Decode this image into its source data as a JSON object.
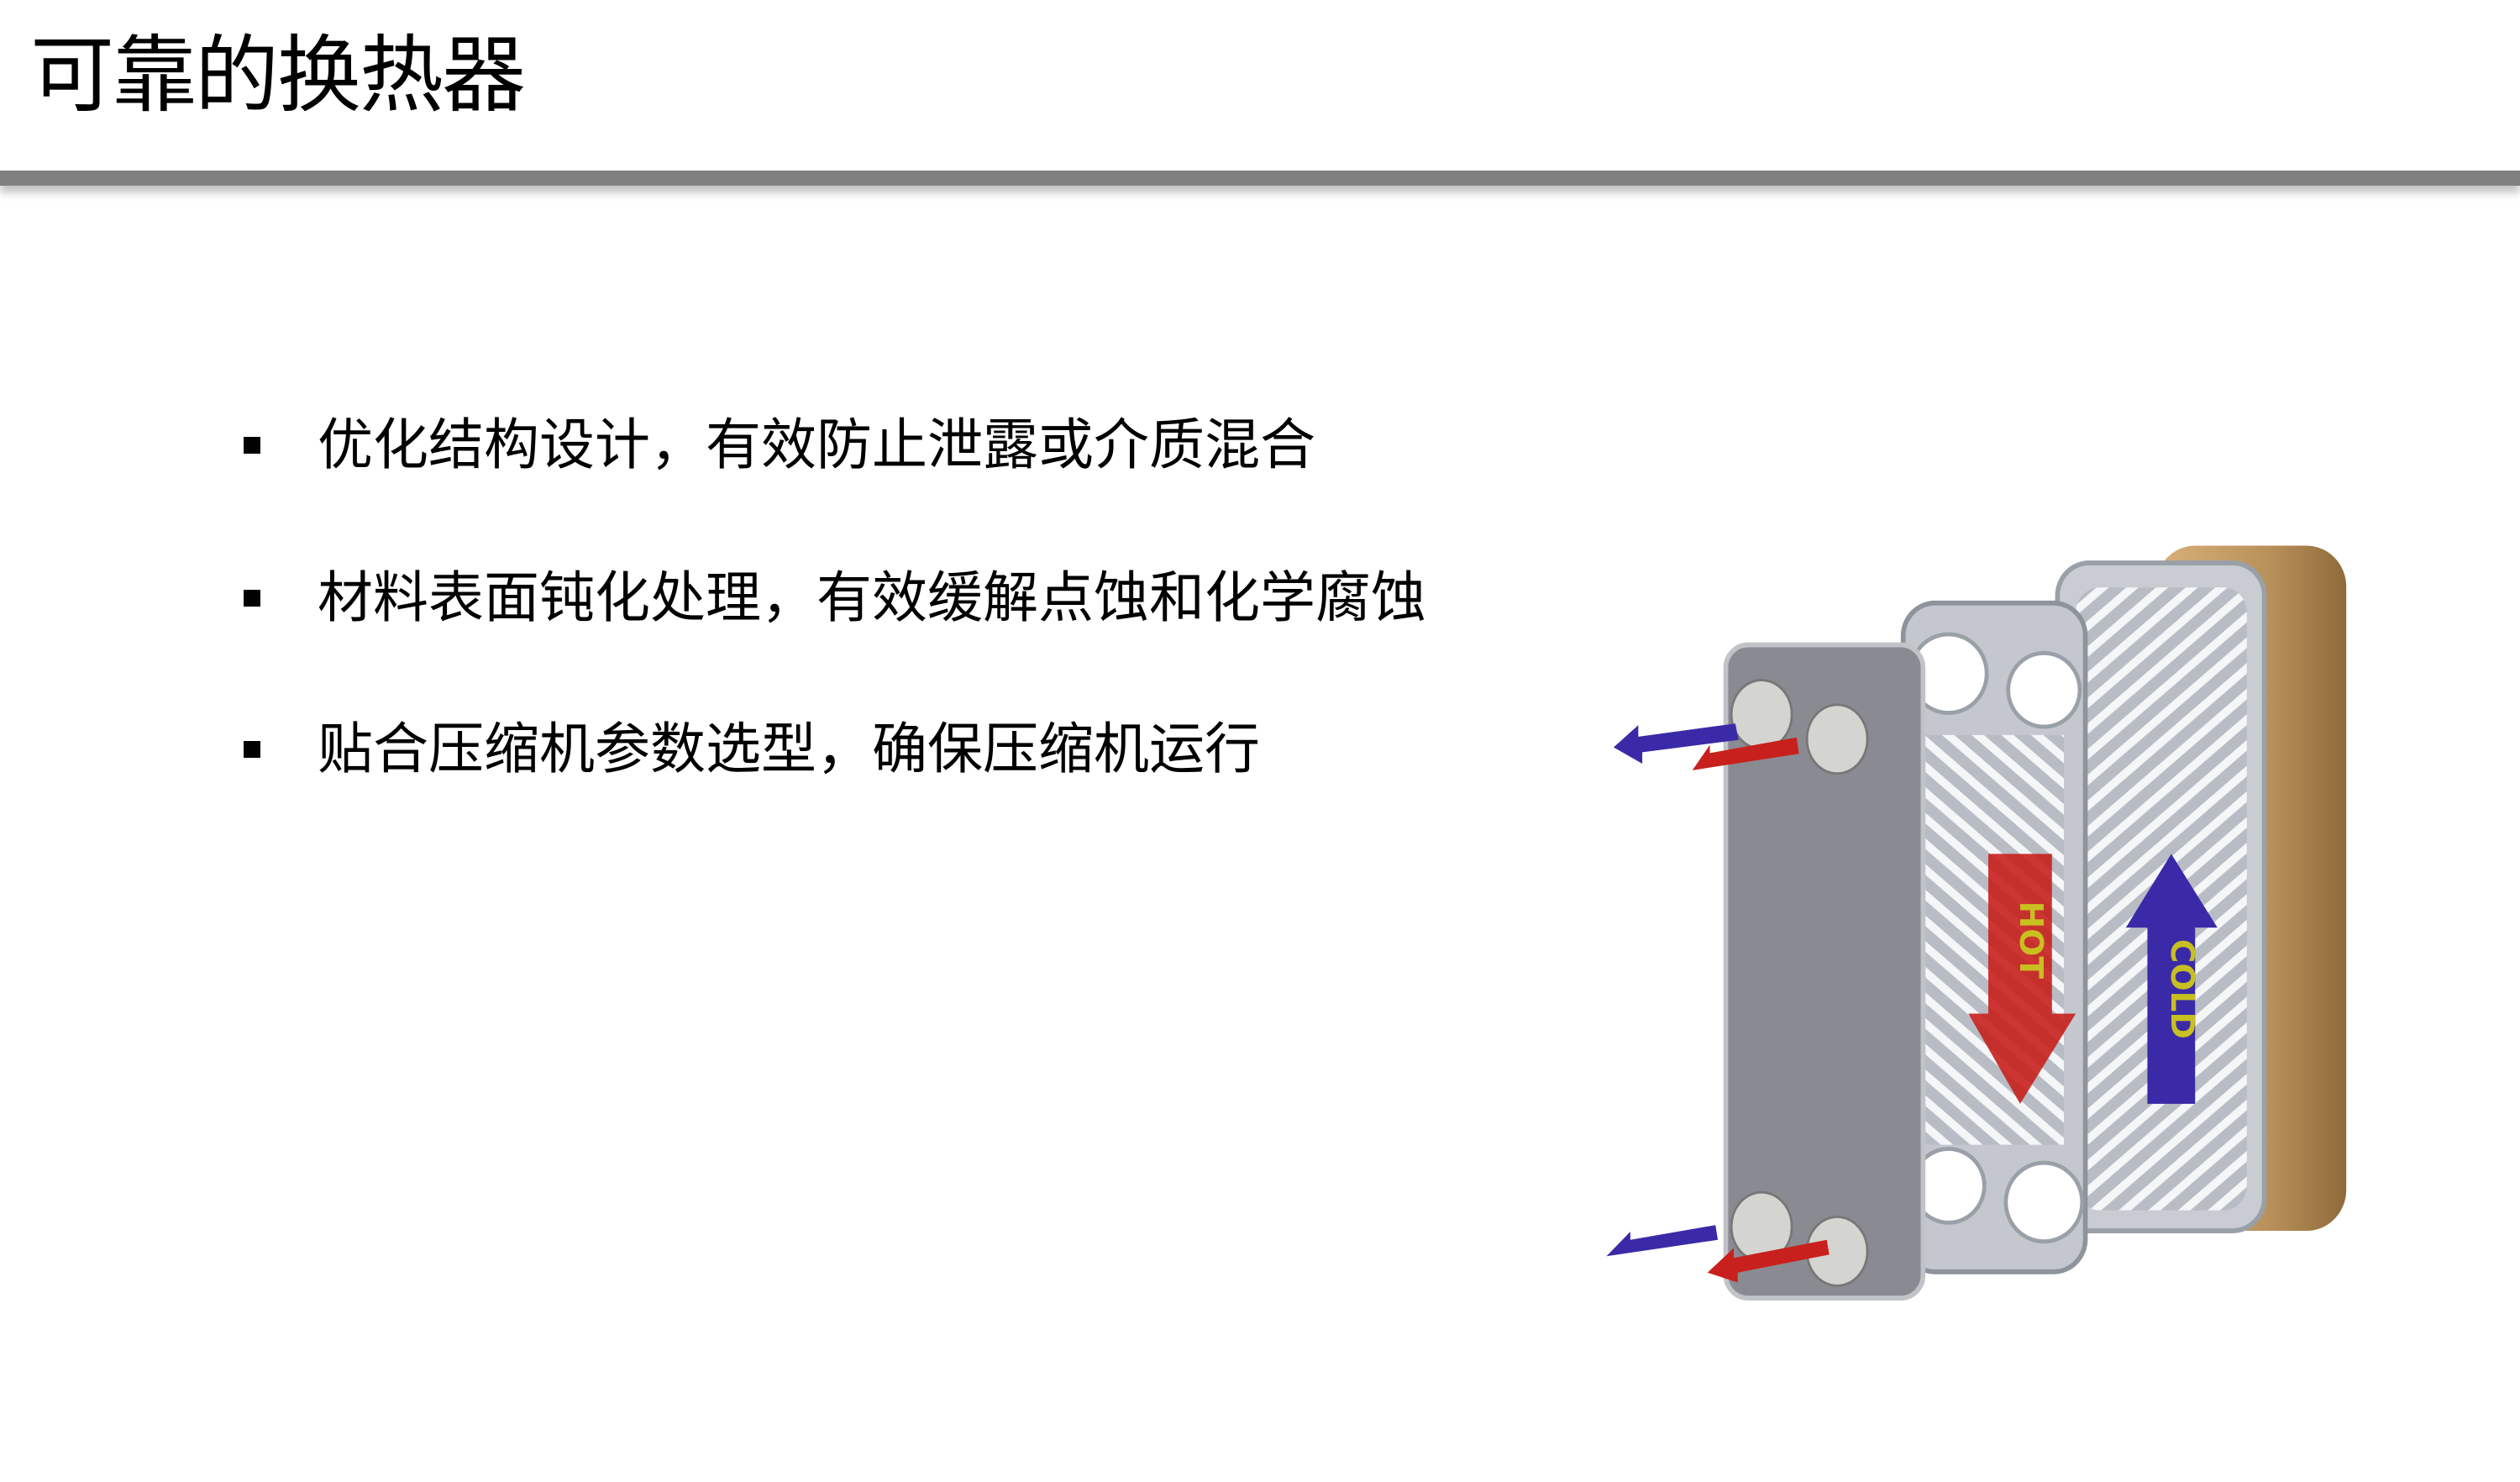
{
  "page": {
    "title": "可靠的换热器",
    "bullets": [
      "优化结构设计，有效防止泄露或介质混合",
      "材料表面钝化处理，有效缓解点蚀和化学腐蚀",
      "贴合压缩机参数选型，确保压缩机运行"
    ]
  },
  "figure": {
    "hot_label": "HOT",
    "cold_label": "COLD",
    "colors": {
      "hot": "#c8201c",
      "cold": "#3a2aa8",
      "plate": "#8a8a92",
      "copper": "#b8905a",
      "label": "#c8c020"
    }
  }
}
